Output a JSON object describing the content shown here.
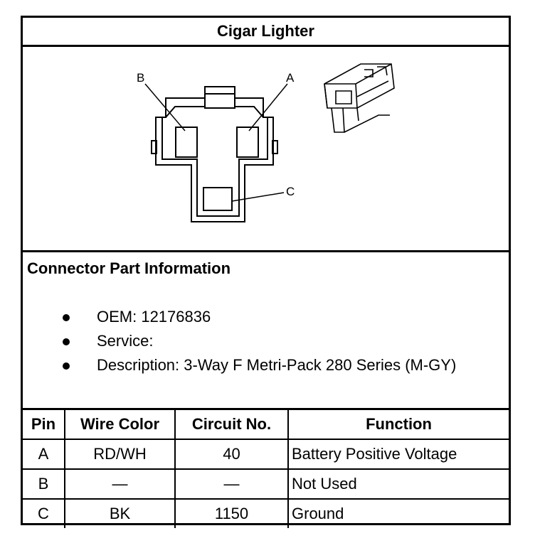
{
  "title": "Cigar Lighter",
  "diagram": {
    "callouts": {
      "a": "A",
      "b": "B",
      "c": "C"
    },
    "connector_icon": "connector-3d-icon"
  },
  "part_info": {
    "heading": "Connector Part Information",
    "bullets": [
      "OEM: 12176836",
      "Service:",
      "Description: 3-Way F Metri-Pack 280 Series (M-GY)"
    ]
  },
  "pin_table": {
    "headers": [
      "Pin",
      "Wire Color",
      "Circuit No.",
      "Function"
    ],
    "rows": [
      [
        "A",
        "RD/WH",
        "40",
        "Battery Positive Voltage"
      ],
      [
        "B",
        "—",
        "—",
        "Not Used"
      ],
      [
        "C",
        "BK",
        "1150",
        "Ground"
      ]
    ]
  }
}
